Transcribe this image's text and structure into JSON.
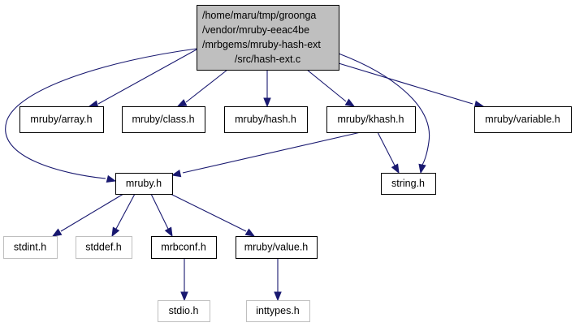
{
  "diagram": {
    "type": "include-dependency-graph",
    "colors": {
      "edge": "#191970",
      "root_fill": "#bfbfbf",
      "node_border": "#000000",
      "external_border": "#bfbfbf",
      "node_fill": "#ffffff"
    },
    "nodes": [
      {
        "id": "root",
        "lines": [
          "/home/maru/tmp/groonga",
          "/vendor/mruby-eeac4be",
          "/mrbgems/mruby-hash-ext",
          "/src/hash-ext.c"
        ],
        "kind": "root"
      },
      {
        "id": "array",
        "lines": [
          "mruby/array.h"
        ],
        "kind": "documented"
      },
      {
        "id": "class",
        "lines": [
          "mruby/class.h"
        ],
        "kind": "documented"
      },
      {
        "id": "hash",
        "lines": [
          "mruby/hash.h"
        ],
        "kind": "documented"
      },
      {
        "id": "khash",
        "lines": [
          "mruby/khash.h"
        ],
        "kind": "documented"
      },
      {
        "id": "variable",
        "lines": [
          "mruby/variable.h"
        ],
        "kind": "documented"
      },
      {
        "id": "mruby",
        "lines": [
          "mruby.h"
        ],
        "kind": "documented"
      },
      {
        "id": "string",
        "lines": [
          "string.h"
        ],
        "kind": "documented"
      },
      {
        "id": "stdint",
        "lines": [
          "stdint.h"
        ],
        "kind": "external"
      },
      {
        "id": "stddef",
        "lines": [
          "stddef.h"
        ],
        "kind": "external"
      },
      {
        "id": "mrbconf",
        "lines": [
          "mrbconf.h"
        ],
        "kind": "documented"
      },
      {
        "id": "value",
        "lines": [
          "mruby/value.h"
        ],
        "kind": "documented"
      },
      {
        "id": "stdio",
        "lines": [
          "stdio.h"
        ],
        "kind": "external"
      },
      {
        "id": "inttypes",
        "lines": [
          "inttypes.h"
        ],
        "kind": "external"
      }
    ],
    "edges": [
      {
        "from": "root",
        "to": "array"
      },
      {
        "from": "root",
        "to": "class"
      },
      {
        "from": "root",
        "to": "hash"
      },
      {
        "from": "root",
        "to": "khash"
      },
      {
        "from": "root",
        "to": "variable"
      },
      {
        "from": "root",
        "to": "mruby"
      },
      {
        "from": "root",
        "to": "string"
      },
      {
        "from": "khash",
        "to": "mruby"
      },
      {
        "from": "khash",
        "to": "string"
      },
      {
        "from": "mruby",
        "to": "stdint"
      },
      {
        "from": "mruby",
        "to": "stddef"
      },
      {
        "from": "mruby",
        "to": "mrbconf"
      },
      {
        "from": "mruby",
        "to": "value"
      },
      {
        "from": "mrbconf",
        "to": "stdio"
      },
      {
        "from": "value",
        "to": "inttypes"
      }
    ]
  }
}
